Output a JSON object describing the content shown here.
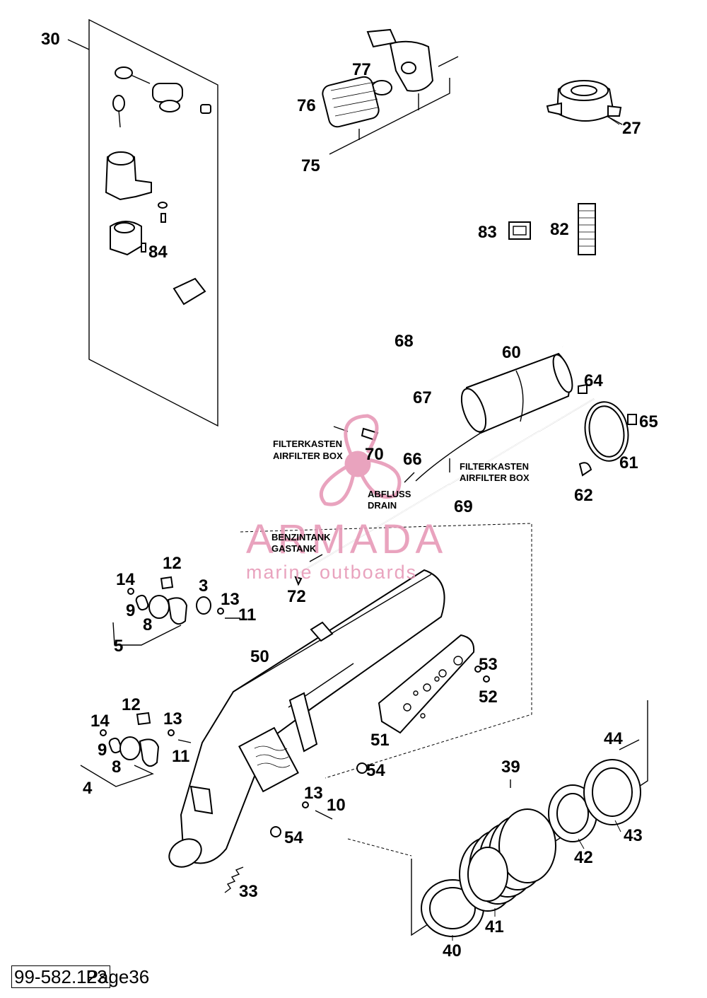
{
  "labels": {
    "l30": "30",
    "l77": "77",
    "l76": "76",
    "l75": "75",
    "l27": "27",
    "l84": "84",
    "l83": "83",
    "l82": "82",
    "l68": "68",
    "l60": "60",
    "l67": "67",
    "l64": "64",
    "l65": "65",
    "l61": "61",
    "l62": "62",
    "l70": "70",
    "l66": "66",
    "l69": "69",
    "l72": "72",
    "l12a": "12",
    "l14a": "14",
    "l3": "3",
    "l13a": "13",
    "l9a": "9",
    "l11a": "11",
    "l8a": "8",
    "l5": "5",
    "l50": "50",
    "l53": "53",
    "l52": "52",
    "l51": "51",
    "l12b": "12",
    "l14b": "14",
    "l13b": "13",
    "l9b": "9",
    "l8b": "8",
    "l11b": "11",
    "l4": "4",
    "l54a": "54",
    "l44": "44",
    "l39": "39",
    "l13c": "13",
    "l10": "10",
    "l54b": "54",
    "l43": "43",
    "l42": "42",
    "l33": "33",
    "l41": "41",
    "l40": "40"
  },
  "notes": {
    "filterkasten_left_1": "FILTERKASTEN",
    "filterkasten_left_2": "AIRFILTER BOX",
    "filterkasten_right_1": "FILTERKASTEN",
    "filterkasten_right_2": "AIRFILTER BOX",
    "abfluss_1": "ABFLUSS",
    "abfluss_2": "DRAIN",
    "benzintank_1": "BENZINTANK",
    "benzintank_2": "GASTANK"
  },
  "watermark": {
    "brand": "ARMADA",
    "tagline": "marine outboards",
    "color": "#e79ab8"
  },
  "footer": {
    "code": "99-582.123",
    "page": "Page36"
  }
}
